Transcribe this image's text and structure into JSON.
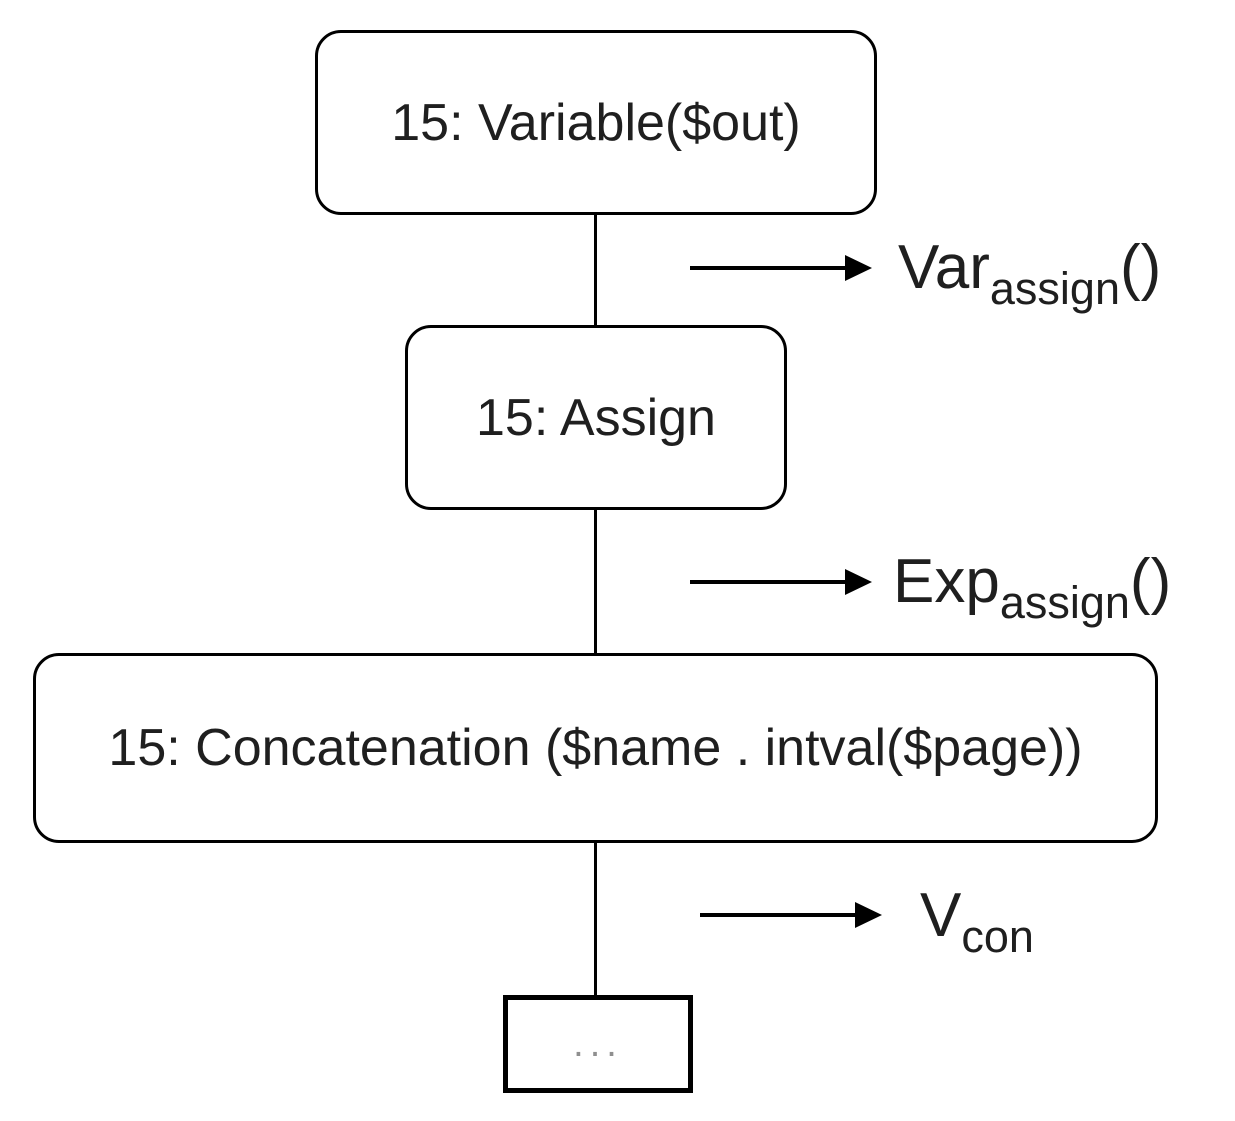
{
  "diagram": {
    "background_color": "#ffffff",
    "stroke_color": "#000000",
    "text_color": "#1f1f1f",
    "muted_text_color": "#8f8f8f",
    "nodes": [
      {
        "id": "variable",
        "label": "15: Variable($out)"
      },
      {
        "id": "assign",
        "label": "15: Assign"
      },
      {
        "id": "concatenation",
        "label": "15: Concatenation ($name . intval($page))"
      },
      {
        "id": "ellipsis",
        "label": "..."
      }
    ],
    "edge_labels": [
      {
        "base": "Var",
        "subscript": "assign",
        "suffix": "()"
      },
      {
        "base": "Exp",
        "subscript": "assign",
        "suffix": "()"
      },
      {
        "base": "V",
        "subscript": "con",
        "suffix": ""
      }
    ]
  }
}
